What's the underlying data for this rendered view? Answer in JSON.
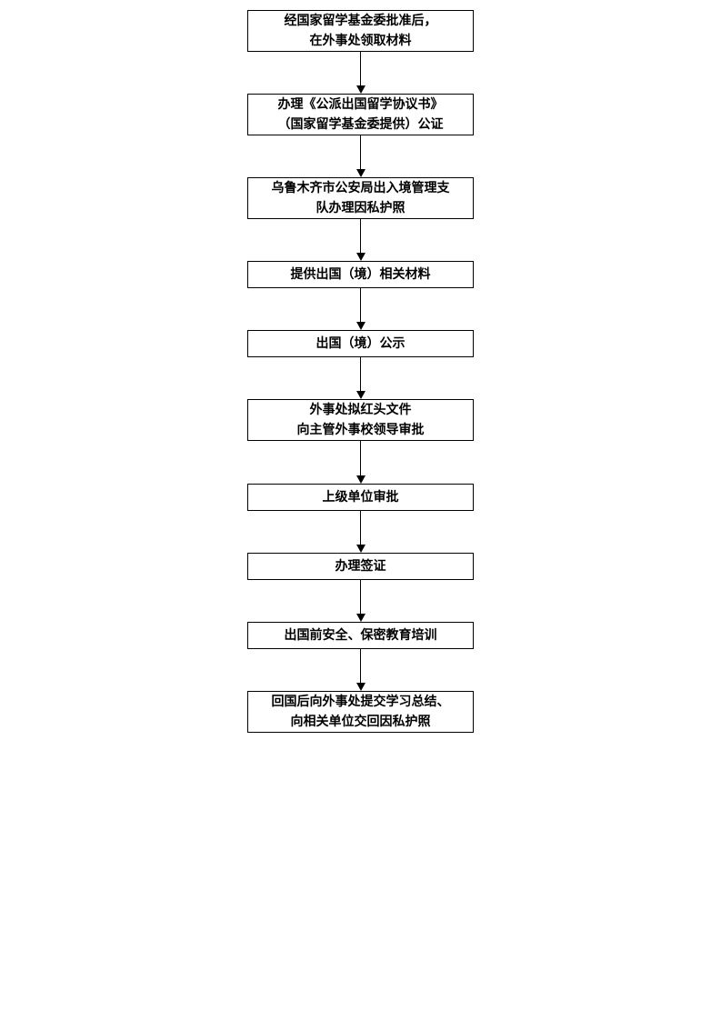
{
  "steps": [
    {
      "lines": [
        "经国家留学基金委批准后，",
        "在外事处领取材料"
      ]
    },
    {
      "lines": [
        "办理《公派出国留学协议书》",
        "（国家留学基金委提供）公证"
      ]
    },
    {
      "lines": [
        "乌鲁木齐市公安局出入境管理支",
        "队办理因私护照"
      ]
    },
    {
      "lines": [
        "提供出国（境）相关材料"
      ]
    },
    {
      "lines": [
        "出国（境）公示"
      ]
    },
    {
      "lines": [
        "外事处拟红头文件",
        "向主管外事校领导审批"
      ]
    },
    {
      "lines": [
        "上级单位审批"
      ]
    },
    {
      "lines": [
        "办理签证"
      ]
    },
    {
      "lines": [
        "出国前安全、保密教育培训"
      ]
    },
    {
      "lines": [
        "回国后向外事处提交学习总结、",
        "向相关单位交回因私护照"
      ]
    }
  ]
}
